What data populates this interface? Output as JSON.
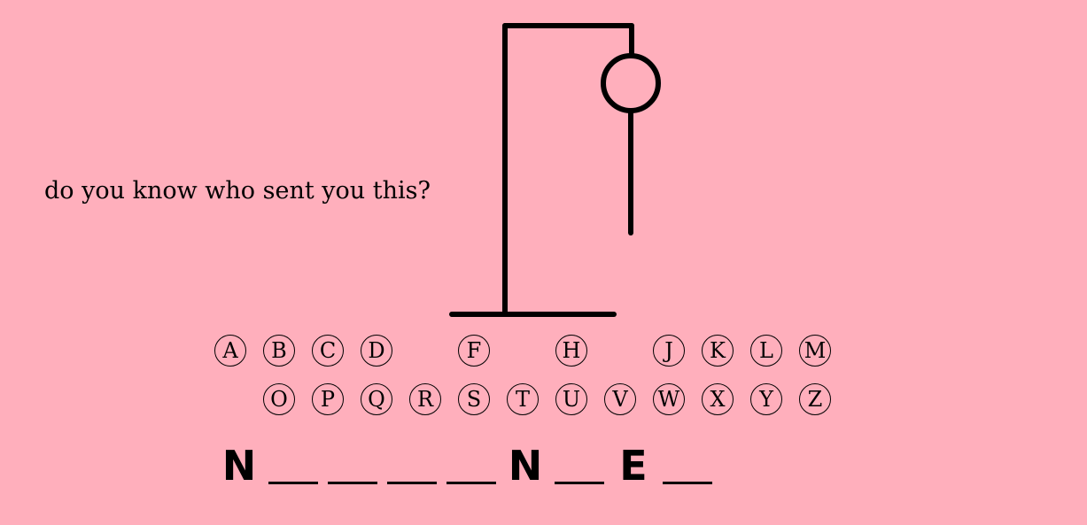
{
  "prompt": "do you know who sent you this?",
  "hangman_parts_shown": [
    "gallows",
    "head",
    "body"
  ],
  "keyboard": {
    "row1": [
      "A",
      "B",
      "C",
      "D",
      "",
      "F",
      "",
      "H",
      "",
      "J",
      "K",
      "L",
      "M"
    ],
    "row2": [
      "",
      "O",
      "P",
      "Q",
      "R",
      "S",
      "T",
      "U",
      "V",
      "W",
      "X",
      "Y",
      "Z"
    ]
  },
  "word": [
    "N",
    "",
    "",
    "",
    "",
    "N",
    "",
    "E",
    ""
  ]
}
